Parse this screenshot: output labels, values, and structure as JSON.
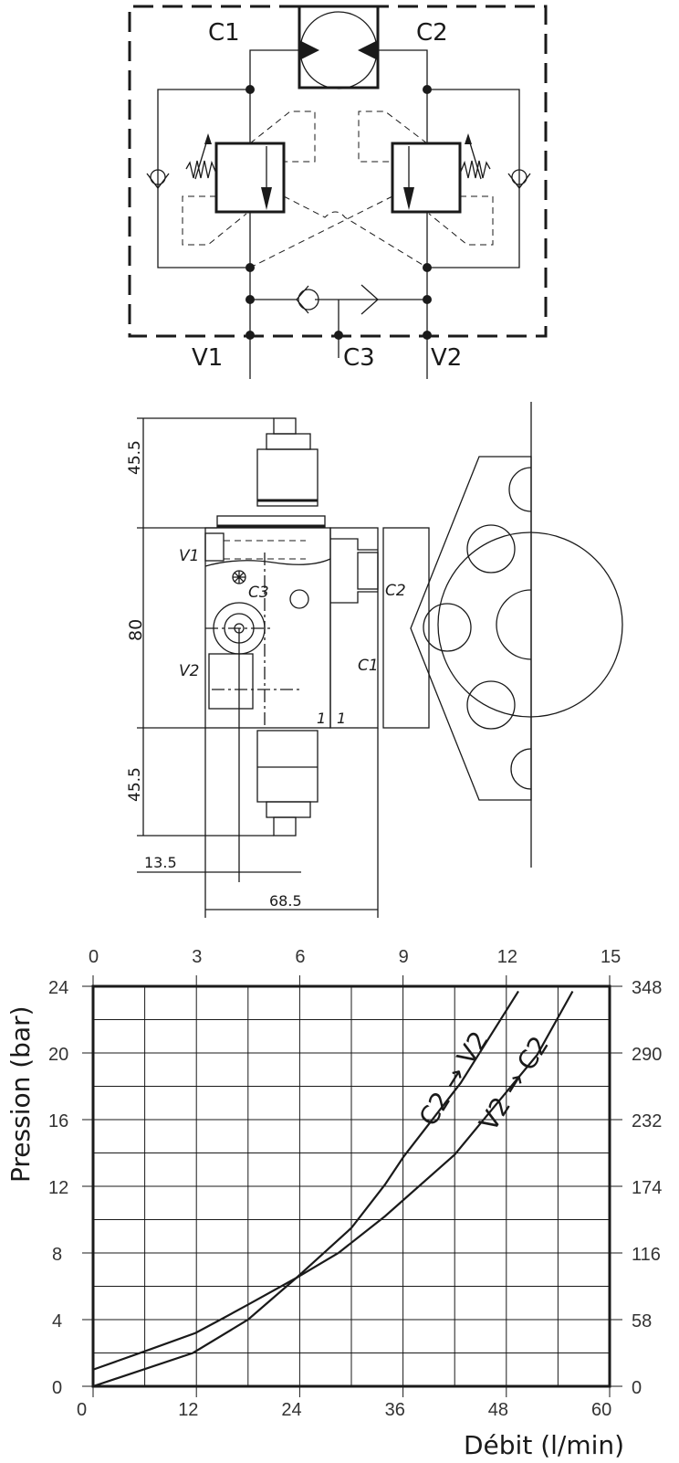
{
  "schematic": {
    "ports": {
      "c1": "C1",
      "c2": "C2",
      "v1": "V1",
      "v2": "V2",
      "c3": "C3"
    }
  },
  "drawing": {
    "dimensions": {
      "top_height": "45.5",
      "block_height": "80",
      "bottom_height": "45.5",
      "port_offset": "13.5",
      "block_width": "68.5"
    },
    "labels": {
      "v1": "V1",
      "v2": "V2",
      "c1": "C1",
      "c2": "C2",
      "c3": "C3",
      "mark_a": "1",
      "mark_b": "1"
    }
  },
  "chart_data": {
    "type": "line",
    "title": "",
    "xlabel": "Débit (l/min)",
    "ylabel": "Pression (bar)",
    "xlim": [
      0,
      60
    ],
    "ylim": [
      0,
      24
    ],
    "x_ticks": [
      "0",
      "12",
      "24",
      "36",
      "48",
      "60"
    ],
    "y_ticks": [
      "0",
      "4",
      "8",
      "12",
      "16",
      "20",
      "24"
    ],
    "top_ticks": [
      "0",
      "3",
      "6",
      "9",
      "12",
      "15"
    ],
    "right_ticks": [
      "0",
      "58",
      "116",
      "174",
      "232",
      "290",
      "348"
    ],
    "grid": true,
    "series": [
      {
        "name": "C2 → V2",
        "label_from": "C2",
        "label_to": "V2",
        "x": [
          0,
          11.6,
          18,
          23.6,
          30,
          33.9,
          36.1,
          42.7,
          49.4
        ],
        "y": [
          0,
          2.0,
          4.0,
          6.5,
          9.5,
          12.1,
          13.8,
          18.2,
          23.7
        ]
      },
      {
        "name": "V2 → C2",
        "label_from": "V2",
        "label_to": "C2",
        "x": [
          0,
          6,
          11.9,
          14.8,
          18,
          23.6,
          28.5,
          33.9,
          42,
          45.2,
          51.6,
          55.7
        ],
        "y": [
          1.0,
          2.1,
          3.2,
          4.0,
          4.9,
          6.5,
          8.0,
          10.2,
          13.9,
          15.9,
          19.9,
          23.7
        ]
      }
    ]
  }
}
